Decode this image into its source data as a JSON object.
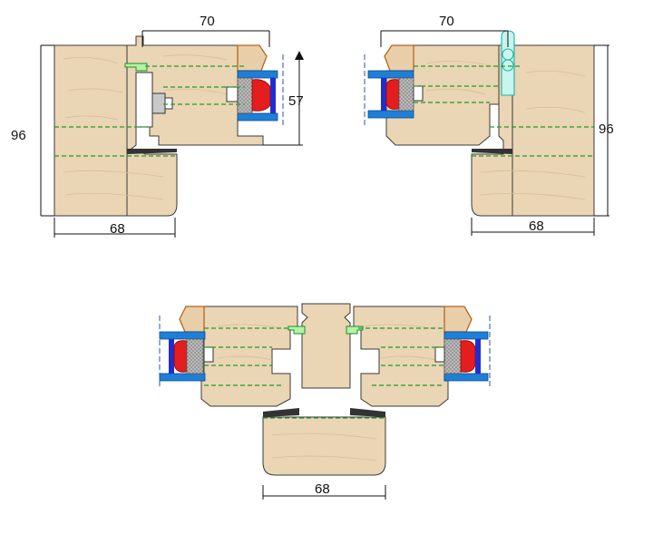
{
  "diagram": {
    "section_top_left": {
      "dim_top": "70",
      "dim_left": "96",
      "dim_bottom": "68",
      "dim_right": "57"
    },
    "section_top_right": {
      "dim_top": "70",
      "dim_right": "96",
      "dim_bottom": "68"
    },
    "section_bottom": {
      "dim_bottom": "68"
    }
  },
  "colors": {
    "wood": "#ead5b4",
    "gasket_blue": "#1e7fd6",
    "seal_red": "#e41e1e",
    "dashed_line_green": "#1f9e2f",
    "glazing_bead_outline": "#b5651d"
  }
}
